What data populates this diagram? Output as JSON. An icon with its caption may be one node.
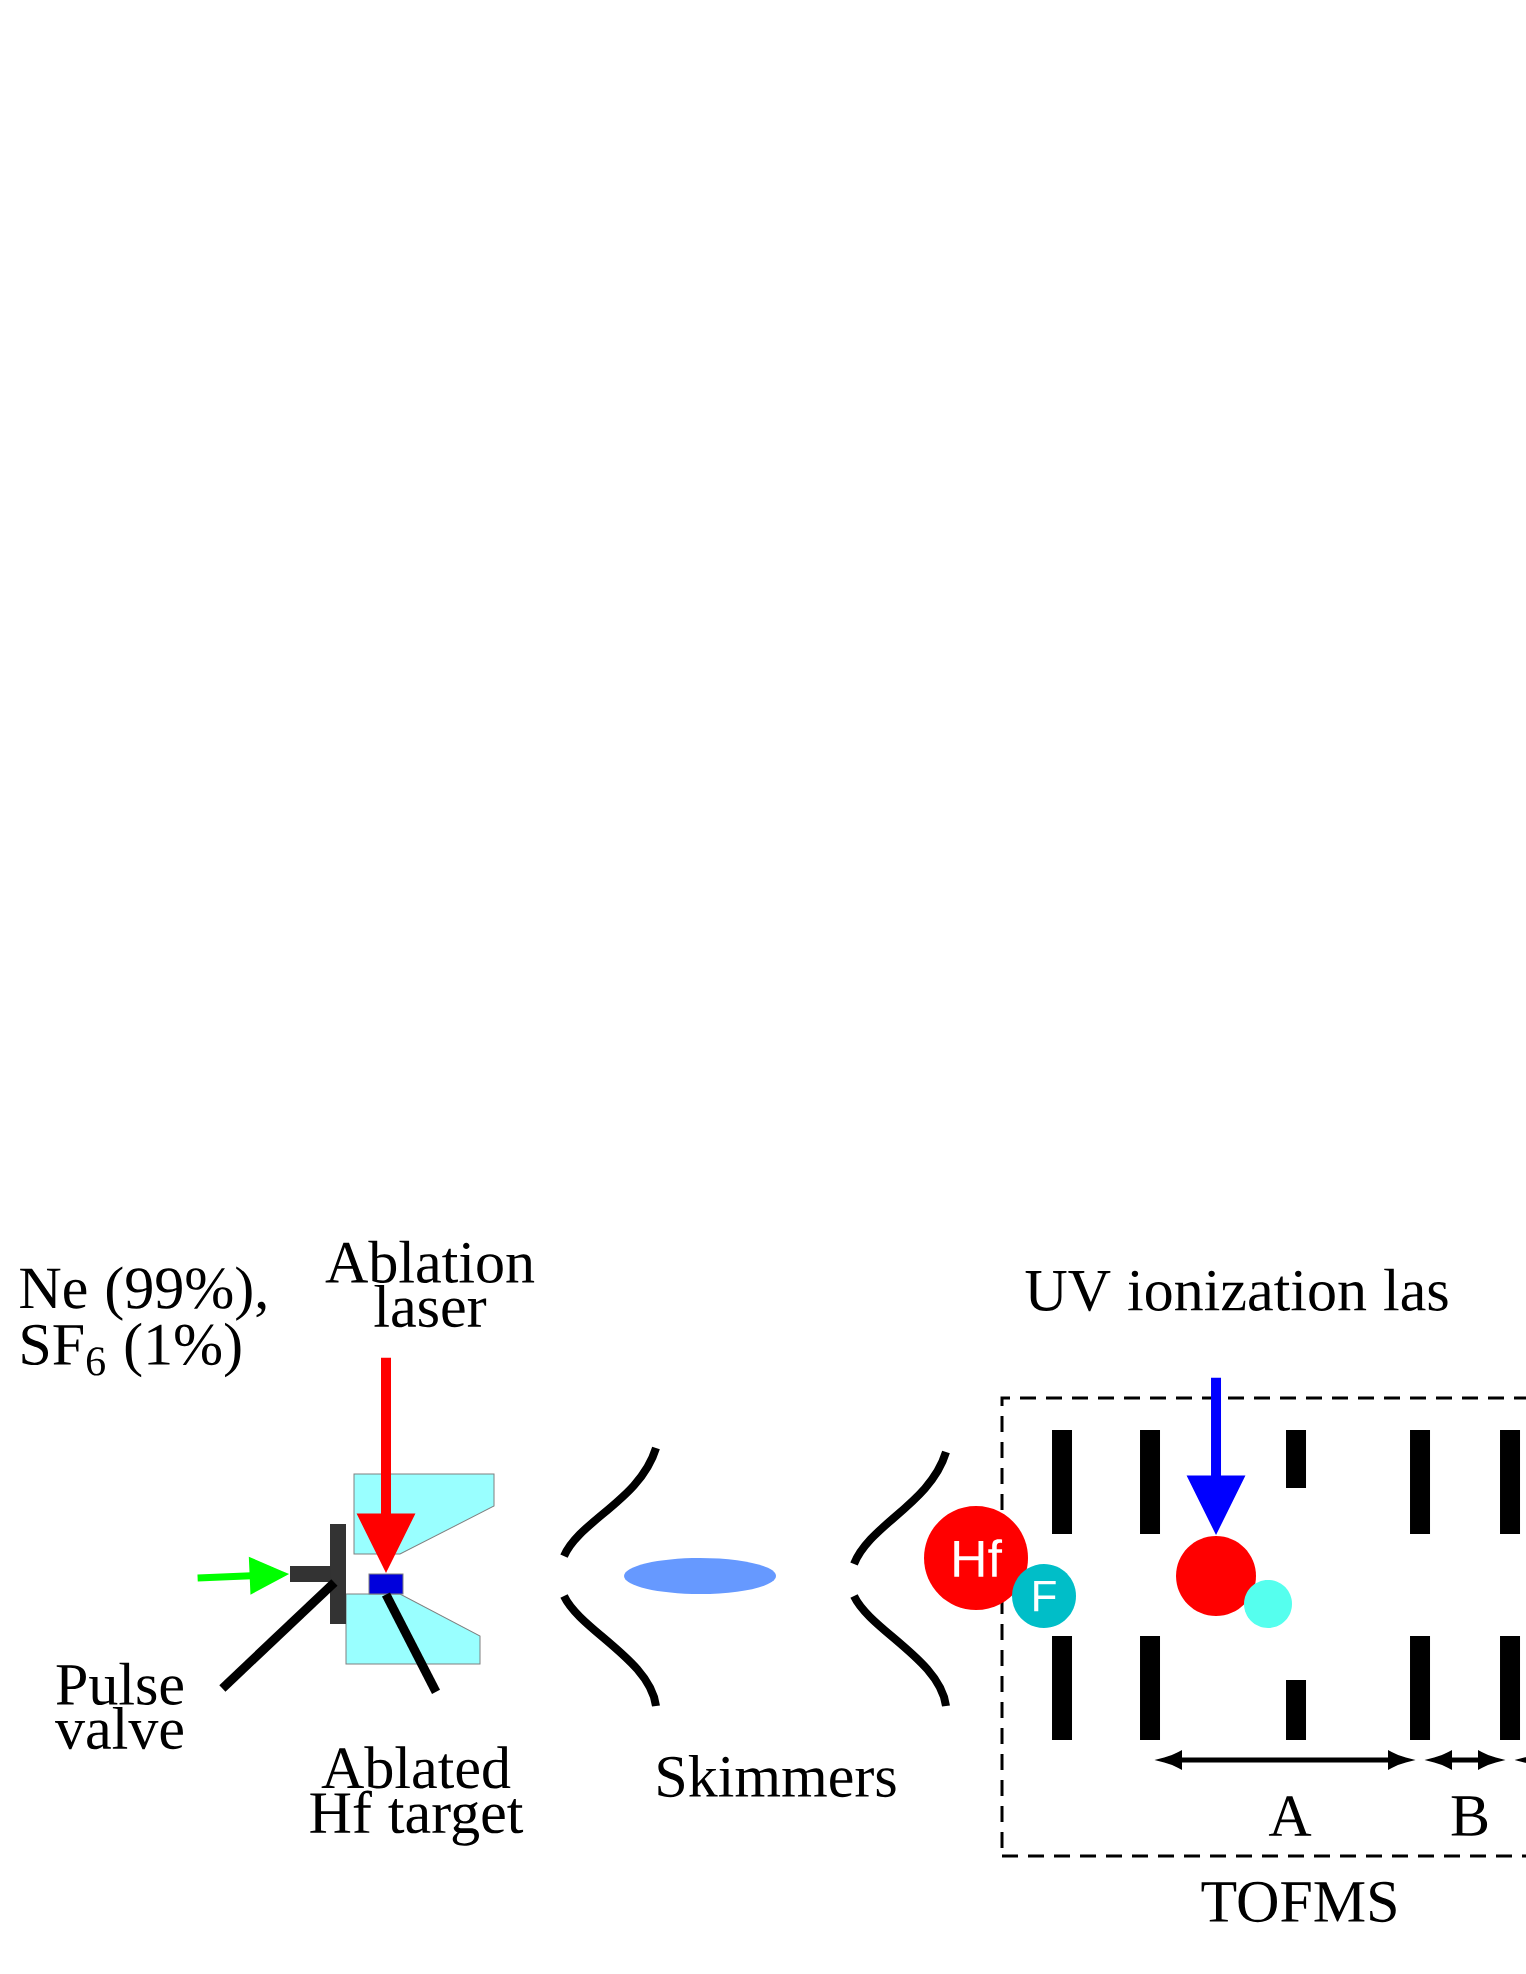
{
  "diagram": {
    "nodes": [
      {
        "text": [
          "Ablation laser"
        ]
      },
      {
        "text": [
          "Ne (99%), SF$_{6}$ (1%)"
        ]
      },
      {
        "text": [
          "Pulse valve"
        ]
      },
      {
        "text": [],
        "shape": "box"
      },
      {
        "text": [],
        "shape": "box"
      },
      {
        "text": [
          "Ablated Hf target"
        ]
      },
      {
        "text": [
          "UV ionization las"
        ]
      },
      {
        "text": [
          "TOFMS"
        ]
      },
      {
        "text": [
          "Hf"
        ]
      },
      {
        "text": [
          "F"
        ],
        "in": 7
      },
      {
        "text": [],
        "shape": "circle",
        "in": 7
      },
      {
        "text": [],
        "shape": "circle",
        "in": 7
      }
    ],
    "edges": [
      {
        "from": 0,
        "to": 4,
        "arrow": "to",
        "color": "#ff0000"
      },
      {
        "from": null,
        "to": 3,
        "arrow": "to",
        "color": "#00ff00"
      },
      {
        "from": 2,
        "to": 3,
        "arrow": "none"
      },
      {
        "from": 5,
        "to": 4,
        "arrow": "none"
      },
      {
        "from": 6,
        "to": 10,
        "arrow": "to",
        "color": "#0000ff"
      }
    ],
    "labels": [
      "Skimmers",
      "A",
      "B"
    ]
  }
}
